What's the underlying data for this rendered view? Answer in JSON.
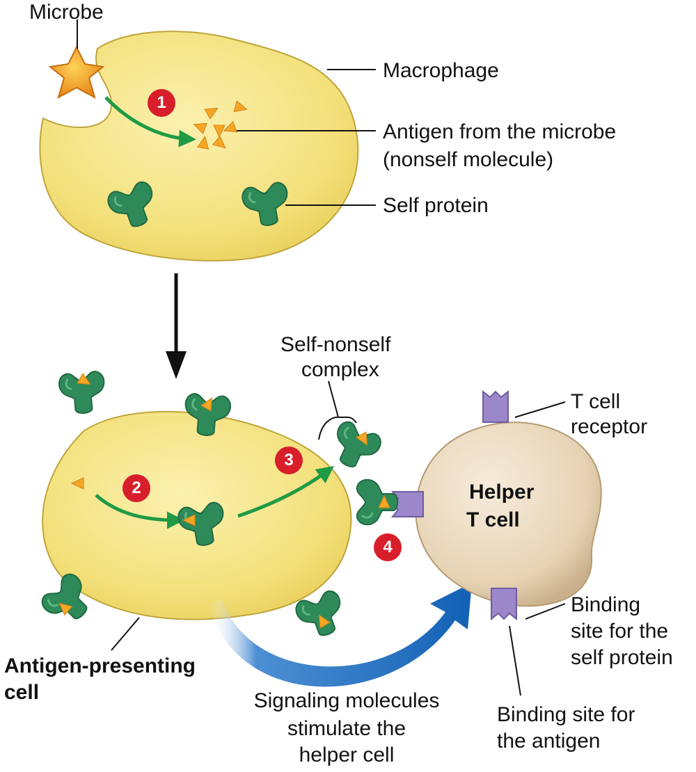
{
  "labels": {
    "microbe": "Microbe",
    "macrophage": "Macrophage",
    "antigen_line1": "Antigen from the microbe",
    "antigen_line2": "(nonself molecule)",
    "self_protein": "Self protein",
    "self_nonself_line1": "Self-nonself",
    "self_nonself_line2": "complex",
    "tcr_line1": "T cell",
    "tcr_line2": "receptor",
    "helper_line1": "Helper",
    "helper_line2": "T cell",
    "binding_self_line1": "Binding",
    "binding_self_line2": "site for the",
    "binding_self_line3": "self protein",
    "binding_antigen_line1": "Binding site for",
    "binding_antigen_line2": "the antigen",
    "apc_line1": "Antigen-presenting",
    "apc_line2": "cell",
    "signal_line1": "Signaling molecules",
    "signal_line2": "stimulate the",
    "signal_line3": "helper cell"
  },
  "steps": [
    "1",
    "2",
    "3",
    "4"
  ],
  "colors": {
    "cell_yellow": "#f7e68a",
    "cell_outline": "#b9a13a",
    "tcell_beige": "#e8d8bd",
    "protein_green": "#2f8a5a",
    "antigen_orange": "#f5a623",
    "microbe_orange": "#f29a1f",
    "receptor_purple": "#9b87c9",
    "step_red": "#d81e2a",
    "arrow_green": "#1f9a45",
    "arrow_blue": "#1565b8"
  }
}
